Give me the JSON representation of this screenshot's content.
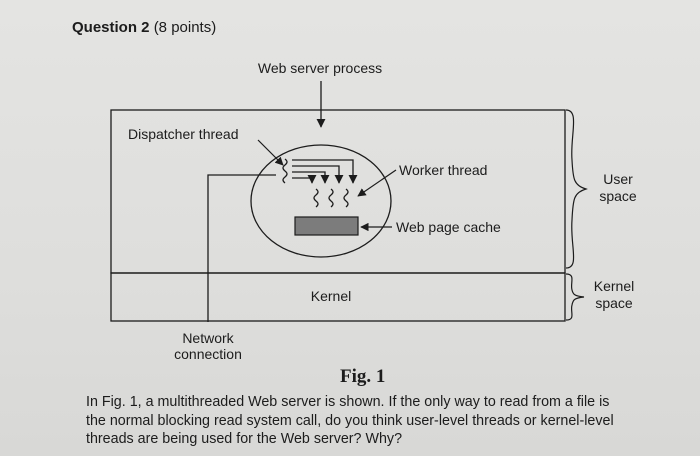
{
  "question": {
    "number_label": "Question 2",
    "points_label": "(8 points)",
    "figure_caption": "Fig. 1",
    "text_lines": [
      "In Fig. 1, a multithreaded Web server is shown. If the only way to read from a file is",
      "the normal blocking read system call, do you think user-level threads or kernel-level",
      "threads are being used for the Web server? Why?"
    ]
  },
  "diagram": {
    "labels": {
      "web_server_process": "Web server process",
      "dispatcher_thread": "Dispatcher thread",
      "worker_thread": "Worker thread",
      "web_page_cache": "Web page cache",
      "kernel": "Kernel",
      "user_space": [
        "User",
        "space"
      ],
      "kernel_space": [
        "Kernel",
        "space"
      ],
      "network_connection": [
        "Network",
        "connection"
      ]
    }
  }
}
